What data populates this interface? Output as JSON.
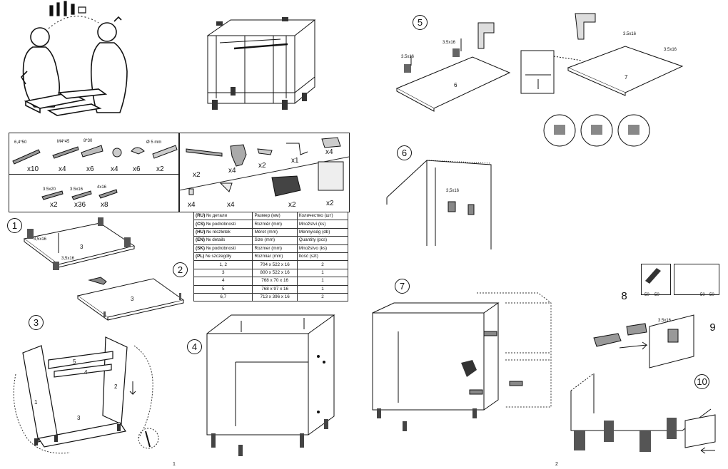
{
  "steps": [
    "1",
    "2",
    "3",
    "4",
    "5",
    "6",
    "7",
    "8",
    "9",
    "10"
  ],
  "hardware": {
    "row1": [
      {
        "code": "6,4*50",
        "qty": "x10"
      },
      {
        "code": "M4*45",
        "qty": "x4"
      },
      {
        "code": "8*30",
        "qty": "x6"
      },
      {
        "code": "",
        "qty": "x4"
      },
      {
        "code": "",
        "qty": "x6"
      },
      {
        "code": "Ø 5 mm",
        "qty": "x2"
      }
    ],
    "row2": [
      {
        "code": "3.5x20",
        "qty": "x2"
      },
      {
        "code": "3.5x16",
        "qty": "x36"
      },
      {
        "code": "4x16",
        "qty": "x8"
      }
    ],
    "right_top": [
      {
        "qty": "x2"
      },
      {
        "qty": "x4"
      },
      {
        "qty": "x2"
      },
      {
        "qty": "x1"
      },
      {
        "qty": "x4"
      }
    ],
    "right_bottom": [
      {
        "qty": "x4"
      },
      {
        "qty": "x4"
      },
      {
        "qty": "x2"
      },
      {
        "qty": "x2"
      }
    ]
  },
  "table": {
    "rows": [
      {
        "lang": "(RU)",
        "part": "№ детали",
        "size": "Размер  (мм)",
        "count": "Количество (шт)"
      },
      {
        "lang": "(CS)",
        "part": "№ podrobnosti",
        "size": "Rozměr (mm)",
        "count": "Množství (ks)"
      },
      {
        "lang": "(HU)",
        "part": "№ részletek",
        "size": "Méret (mm)",
        "count": "Mennyiség (db)"
      },
      {
        "lang": "(EN)",
        "part": "№ details",
        "size": "Size (mm)",
        "count": "Quantity  (pcs)"
      },
      {
        "lang": "(SK)",
        "part": "№ podrobnosti",
        "size": "Rozmer (mm)",
        "count": "Množstvo (ks)"
      },
      {
        "lang": "(PL)",
        "part": "№ szczegóły",
        "size": "Rozmiar (mm)",
        "count": "Ilość (szt)"
      }
    ],
    "data": [
      {
        "parts": "1, 2",
        "size": "704 x 522 x 16",
        "count": "2"
      },
      {
        "parts": "3",
        "size": "800 x 522 x 16",
        "count": "1"
      },
      {
        "parts": "4",
        "size": "768 x 70 x 16",
        "count": "1"
      },
      {
        "parts": "5",
        "size": "768 x 97 x 16",
        "count": "1"
      },
      {
        "parts": "6,7",
        "size": "713 x 396 x 16",
        "count": "2"
      }
    ]
  },
  "labels": {
    "step1_screw_a": "3,5x16",
    "step1_screw_b": "3,5x16",
    "step1_panel": "3",
    "step2_panel": "3",
    "step3_p1": "1",
    "step3_p2": "2",
    "step3_p3": "3",
    "step3_p4": "4",
    "step3_p5": "5",
    "step5_s1": "3.5x16",
    "step5_s2": "3.5x16",
    "step5_panel": "6",
    "step5b_s1": "3.5x16",
    "step5b_s2": "3.5x16",
    "step5b_panel": "7",
    "step6_screw": "3,5x16",
    "step9_screw": "3.5x16",
    "step8_d1": "50",
    "step8_d2": "50",
    "step8_d3": "50",
    "step8_d4": "50",
    "page_left": "1",
    "page_right": "2"
  }
}
